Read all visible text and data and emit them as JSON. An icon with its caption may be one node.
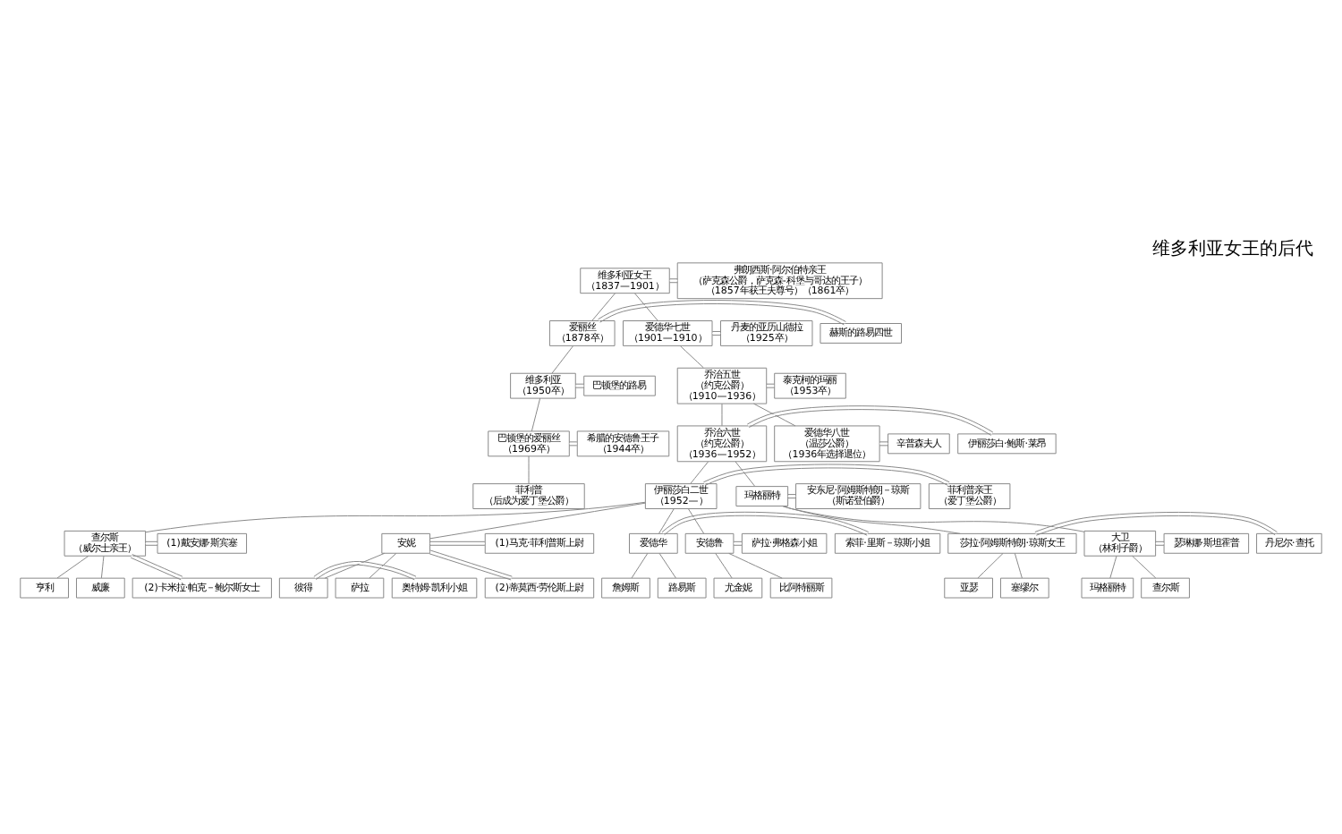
{
  "diagram": {
    "title": "维多利亚女王的后代",
    "nodes": [
      {
        "text": [
          "维多利亚女王",
          "（1837—1901）"
        ]
      },
      {
        "text": [
          "弗朗西斯·阿尔伯特亲王",
          "（萨克森公爵，萨克森-科堡与哥达的王子）",
          "（1857年获王夫尊号）（1861卒）"
        ]
      },
      {
        "text": [
          "爱德华七世",
          "（1901—1910）"
        ]
      },
      {
        "text": [
          "丹麦的亚历山德拉",
          "（1925卒）"
        ]
      },
      {
        "text": [
          "爱丽丝",
          "（1878卒）"
        ]
      },
      {
        "text": [
          "赫斯的路易四世"
        ]
      },
      {
        "text": [
          "乔治五世",
          "（约克公爵）",
          "（1910—1936）"
        ]
      },
      {
        "text": [
          "泰克柯的玛丽",
          "（1953卒）"
        ]
      },
      {
        "text": [
          "维多利亚",
          "（1950卒）"
        ]
      },
      {
        "text": [
          "巴顿堡的路易"
        ]
      },
      {
        "text": [
          "爱德华八世",
          "（温莎公爵）",
          "（1936年选择退位）"
        ]
      },
      {
        "text": [
          "辛普森夫人"
        ]
      },
      {
        "text": [
          "乔治六世",
          "（约克公爵）",
          "（1936—1952）"
        ]
      },
      {
        "text": [
          "伊丽莎白·鲍斯·莱昂"
        ]
      },
      {
        "text": [
          "巴顿堡的爱丽丝",
          "（1969卒）"
        ]
      },
      {
        "text": [
          "希腊的安德鲁王子",
          "（1944卒）"
        ]
      },
      {
        "text": [
          "菲利普",
          "（后成为爱丁堡公爵）"
        ]
      },
      {
        "text": [
          "伊丽莎白二世",
          "（1952—）"
        ]
      },
      {
        "text": [
          "菲利普亲王",
          "（爱丁堡公爵）"
        ]
      },
      {
        "text": [
          "玛格丽特"
        ]
      },
      {
        "text": [
          "安东尼·阿姆斯特朗－琼斯",
          "（斯诺登伯爵）"
        ]
      },
      {
        "text": [
          "查尔斯",
          "（威尔士亲王）"
        ]
      },
      {
        "text": [
          "(1)戴安娜·斯宾塞"
        ]
      },
      {
        "text": [
          "(2)卡米拉·帕克－鲍尔斯女士"
        ]
      },
      {
        "text": [
          "安妮"
        ]
      },
      {
        "text": [
          "(1)马克·菲利普斯上尉"
        ]
      },
      {
        "text": [
          "(2)蒂莫西·劳伦斯上尉"
        ]
      },
      {
        "text": [
          "安德鲁"
        ]
      },
      {
        "text": [
          "萨拉·弗格森小姐"
        ]
      },
      {
        "text": [
          "爱德华"
        ]
      },
      {
        "text": [
          "索菲·里斯－琼斯小姐"
        ]
      },
      {
        "text": [
          "大卫",
          "（林利子爵）"
        ]
      },
      {
        "text": [
          "瑟琳娜·斯坦霍普"
        ]
      },
      {
        "text": [
          "莎拉·阿姆斯特朗·琼斯女王"
        ]
      },
      {
        "text": [
          "丹尼尔·查托"
        ]
      },
      {
        "text": [
          "威廉"
        ]
      },
      {
        "text": [
          "亨利"
        ]
      },
      {
        "text": [
          "萨拉"
        ]
      },
      {
        "text": [
          "彼得"
        ]
      },
      {
        "text": [
          "奥特姆·凯利小姐"
        ]
      },
      {
        "text": [
          "比阿特丽斯"
        ]
      },
      {
        "text": [
          "尤金妮"
        ]
      },
      {
        "text": [
          "路易斯"
        ]
      },
      {
        "text": [
          "詹姆斯"
        ]
      },
      {
        "text": [
          "查尔斯"
        ]
      },
      {
        "text": [
          "玛格丽特"
        ]
      },
      {
        "text": [
          "塞缪尔"
        ]
      },
      {
        "text": [
          "亚瑟"
        ]
      }
    ],
    "edges": [
      {
        "from": 0,
        "to": 1,
        "arrow": "none"
      },
      {
        "from": 0,
        "to": 2,
        "arrow": "none"
      },
      {
        "from": 0,
        "to": 4,
        "arrow": "none"
      },
      {
        "from": 2,
        "to": 3,
        "arrow": "none"
      },
      {
        "from": 4,
        "to": 5,
        "arrow": "none"
      },
      {
        "from": 2,
        "to": 6,
        "arrow": "none"
      },
      {
        "from": 4,
        "to": 8,
        "arrow": "none"
      },
      {
        "from": 6,
        "to": 7,
        "arrow": "none"
      },
      {
        "from": 8,
        "to": 9,
        "arrow": "none"
      },
      {
        "from": 6,
        "to": 10,
        "arrow": "none"
      },
      {
        "from": 6,
        "to": 12,
        "arrow": "none"
      },
      {
        "from": 8,
        "to": 14,
        "arrow": "none"
      },
      {
        "from": 10,
        "to": 11,
        "arrow": "none"
      },
      {
        "from": 12,
        "to": 13,
        "arrow": "none"
      },
      {
        "from": 14,
        "to": 15,
        "arrow": "none"
      },
      {
        "from": 14,
        "to": 16,
        "arrow": "none"
      },
      {
        "from": 12,
        "to": 17,
        "arrow": "none"
      },
      {
        "from": 12,
        "to": 19,
        "arrow": "none"
      },
      {
        "from": 17,
        "to": 18,
        "arrow": "none"
      },
      {
        "from": 19,
        "to": 20,
        "arrow": "none"
      },
      {
        "from": 17,
        "to": 21,
        "arrow": "none"
      },
      {
        "from": 17,
        "to": 24,
        "arrow": "none"
      },
      {
        "from": 17,
        "to": 27,
        "arrow": "none"
      },
      {
        "from": 17,
        "to": 29,
        "arrow": "none"
      },
      {
        "from": 19,
        "to": 31,
        "arrow": "none"
      },
      {
        "from": 19,
        "to": 33,
        "arrow": "none"
      },
      {
        "from": 21,
        "to": 22,
        "arrow": "none"
      },
      {
        "from": 21,
        "to": 23,
        "arrow": "none"
      },
      {
        "from": 24,
        "to": 25,
        "arrow": "none"
      },
      {
        "from": 24,
        "to": 26,
        "arrow": "none"
      },
      {
        "from": 27,
        "to": 28,
        "arrow": "none"
      },
      {
        "from": 29,
        "to": 30,
        "arrow": "none"
      },
      {
        "from": 31,
        "to": 32,
        "arrow": "none"
      },
      {
        "from": 33,
        "to": 34,
        "arrow": "none"
      },
      {
        "from": 21,
        "to": 35,
        "arrow": "none"
      },
      {
        "from": 21,
        "to": 36,
        "arrow": "none"
      },
      {
        "from": 24,
        "to": 37,
        "arrow": "none"
      },
      {
        "from": 24,
        "to": 38,
        "arrow": "none"
      },
      {
        "from": 38,
        "to": 39,
        "arrow": "none"
      },
      {
        "from": 27,
        "to": 40,
        "arrow": "none"
      },
      {
        "from": 27,
        "to": 41,
        "arrow": "none"
      },
      {
        "from": 29,
        "to": 42,
        "arrow": "none"
      },
      {
        "from": 29,
        "to": 43,
        "arrow": "none"
      },
      {
        "from": 31,
        "to": 44,
        "arrow": "none"
      },
      {
        "from": 31,
        "to": 45,
        "arrow": "none"
      },
      {
        "from": 33,
        "to": 46,
        "arrow": "none"
      },
      {
        "from": 33,
        "to": 47,
        "arrow": "none"
      }
    ]
  }
}
